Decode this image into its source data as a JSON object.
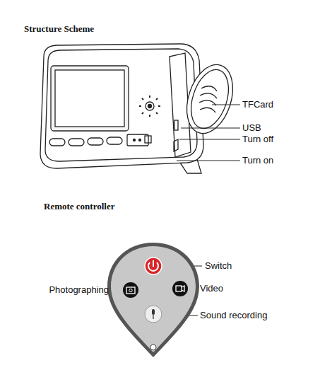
{
  "diagram": {
    "title": "Structure Scheme",
    "labels": [
      "TFCard",
      "USB",
      "Turn off",
      "Turn on",
      "Remote controller",
      "Switch",
      "Photographing",
      "Video",
      "Sound recording"
    ]
  }
}
